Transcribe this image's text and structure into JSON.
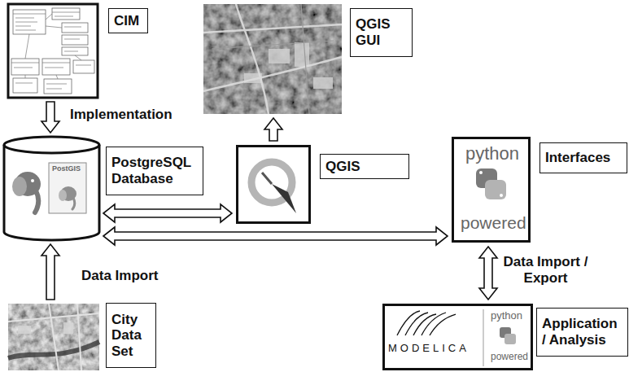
{
  "diagram": {
    "nodes": [
      {
        "text": [
          "CIM"
        ]
      },
      {
        "text": [
          "QGIS GUI"
        ]
      },
      {
        "text": [
          "PostgreSQL Database"
        ]
      },
      {
        "text": [
          "QGIS"
        ]
      },
      {
        "text": [
          "Interfaces"
        ]
      },
      {
        "text": [
          "City Data Set"
        ]
      },
      {
        "text": [
          "Application / Analysis"
        ]
      }
    ],
    "edges": [
      {
        "from": 0,
        "to": 2,
        "arrow": "to",
        "label": "Implementation"
      },
      {
        "from": 3,
        "to": 1,
        "arrow": "to"
      },
      {
        "from": 2,
        "to": 3,
        "arrow": "both"
      },
      {
        "from": 2,
        "to": 4,
        "arrow": "both"
      },
      {
        "from": 5,
        "to": 2,
        "arrow": "to",
        "label": "Data Import"
      },
      {
        "from": 4,
        "to": 6,
        "arrow": "both",
        "label": "Data Import / Export"
      }
    ],
    "labels": [
      "PostGIS",
      "python",
      "powered",
      "MODELICA",
      "python",
      "powered"
    ]
  }
}
